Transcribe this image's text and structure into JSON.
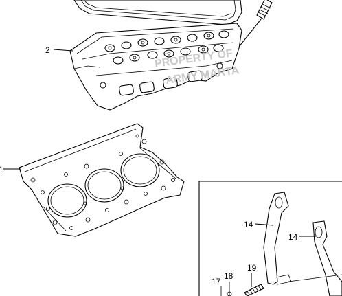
{
  "callouts": {
    "head": "2",
    "gasket": "1",
    "bracket_a": "14",
    "bracket_b": "14",
    "item_17": "17",
    "item_18": "18",
    "item_19": "19"
  },
  "watermark": {
    "line1": "PROPERTY OF",
    "line2": "ARMY MARTA"
  }
}
